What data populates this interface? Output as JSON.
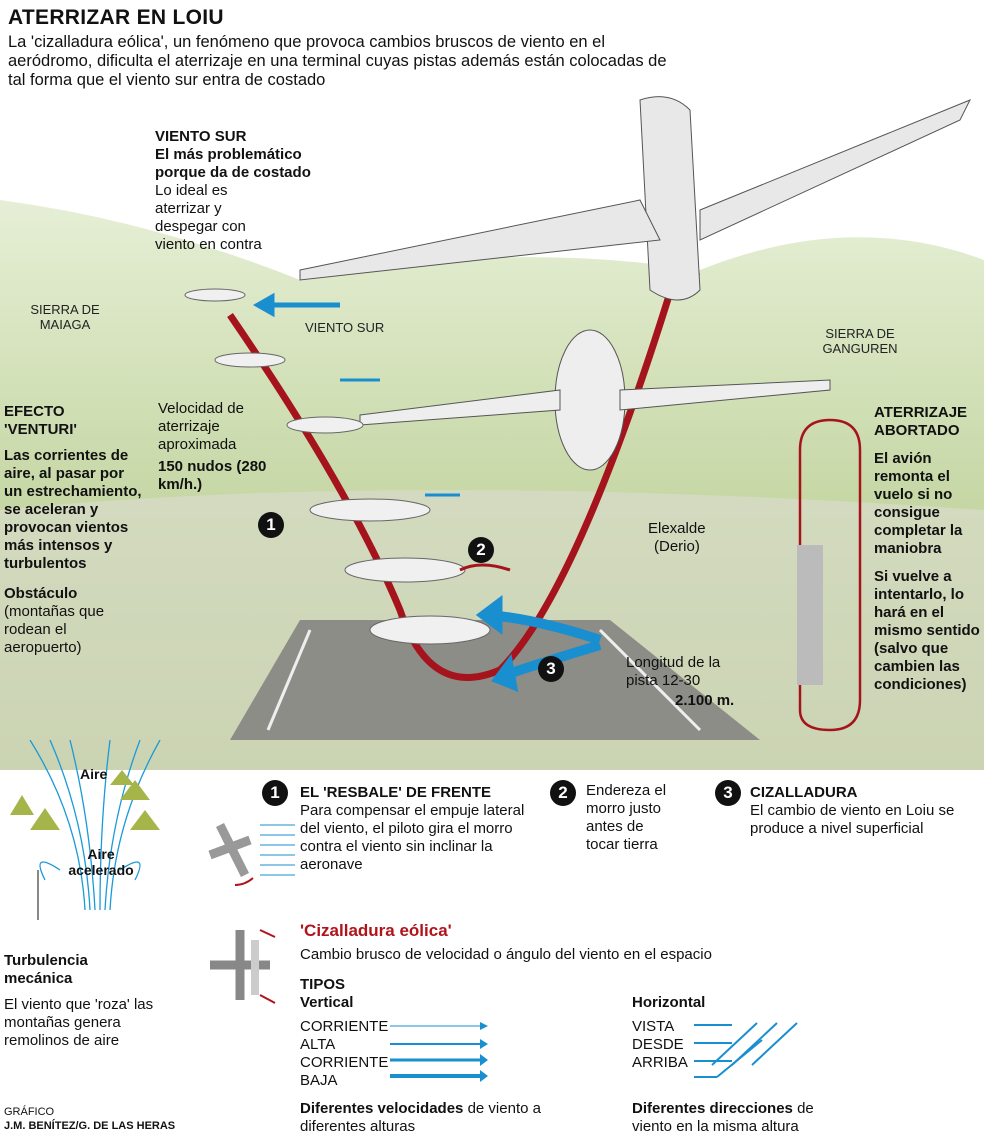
{
  "header": {
    "title": "ATERRIZAR EN LOIU",
    "intro": "La 'cizalladura eólica', un fenómeno que provoca cambios bruscos de viento en el aeródromo, dificulta el aterrizaje en una terminal cuyas pistas además están colocadas de tal forma que el viento sur entra de costado"
  },
  "viento_sur": {
    "title": "VIENTO SUR",
    "subtitle": "El más problemático porque da de costado",
    "text": "Lo ideal es aterrizar y despegar con viento en contra"
  },
  "labels": {
    "sierra_maiaga": "SIERRA DE MAIAGA",
    "sierra_ganguren": "SIERRA DE GANGUREN",
    "viento_sur_arrow": "VIENTO SUR",
    "velocidad": "Velocidad de aterrizaje aproximada",
    "nudos": "150 nudos (280 km/h.)",
    "elexalde": "Elexalde",
    "derio": "(Derio)",
    "longitud": "Longitud de la pista 12-30",
    "longitud_val": "2.100 m."
  },
  "venturi": {
    "title": "EFECTO 'VENTURI'",
    "text": "Las corrientes de aire, al pasar por un estrechamiento, se aceleran y provocan vientos más intensos y turbulentos",
    "obstaculo_title": "Obstáculo",
    "obstaculo_text": "(montañas que rodean el aeropuerto)",
    "aire": "Aire",
    "aire_acelerado": "Aire acelerado",
    "turbulencia_title": "Turbulencia mecánica",
    "turbulencia_text": "El viento que 'roza' las montañas genera remolinos de aire"
  },
  "abortado": {
    "title": "ATERRIZAJE ABORTADO",
    "text1": "El avión remonta el vuelo si no consigue completar la maniobra",
    "text2": "Si vuelve a intentarlo, lo hará en el mismo sentido (salvo que cambien las condiciones)"
  },
  "steps": [
    {
      "n": "1",
      "title": "EL 'RESBALE' DE FRENTE",
      "text": "Para compensar el empuje lateral del viento, el piloto gira el morro contra el viento sin inclinar la aeronave"
    },
    {
      "n": "2",
      "title": "",
      "text": "Endereza el morro justo antes de tocar tierra"
    },
    {
      "n": "3",
      "title": "CIZALLADURA",
      "text": "El cambio de viento en Loiu se produce a nivel superficial"
    }
  ],
  "cizalladura": {
    "title": "'Cizalladura eólica'",
    "text": "Cambio brusco de velocidad o ángulo del viento en el espacio",
    "tipos": "TIPOS",
    "vertical": "Vertical",
    "horizontal": "Horizontal",
    "v_labels": [
      "CORRIENTE",
      "ALTA",
      "CORRIENTE",
      "BAJA"
    ],
    "h_labels": [
      "VISTA",
      "DESDE",
      "ARRIBA"
    ],
    "v_caption_b": "Diferentes velocidades",
    "v_caption": " de viento a diferentes alturas",
    "h_caption_b": "Diferentes direcciones",
    "h_caption": " de viento en la misma altura"
  },
  "credit": {
    "label": "GRÁFICO",
    "authors": "J.M. BENÍTEZ/G. DE LAS HERAS"
  },
  "colors": {
    "red": "#b0141a",
    "blue": "#1a8fd0",
    "green": "#c5d8a0"
  }
}
